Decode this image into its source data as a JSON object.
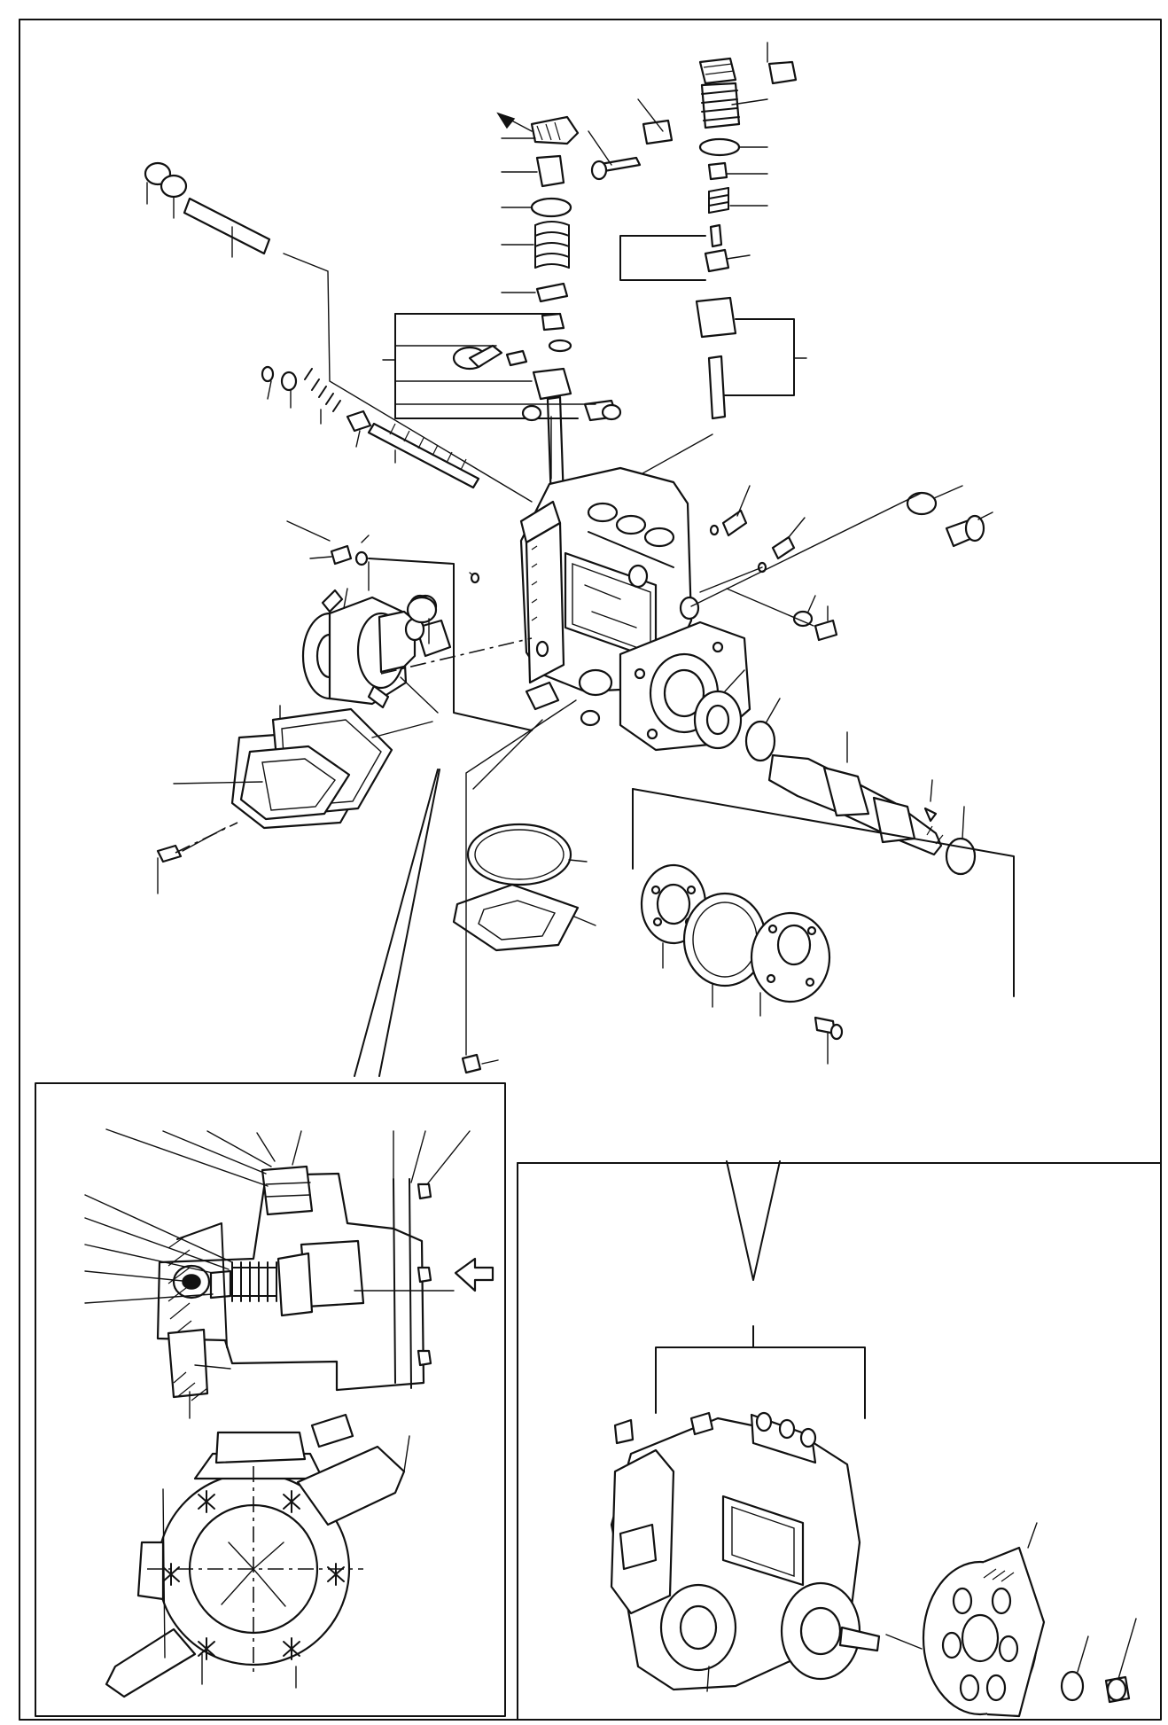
{
  "figure": {
    "panels": [
      "exploded-pump-view",
      "governor-detail-inset",
      "assembled-pump-inset"
    ]
  }
}
